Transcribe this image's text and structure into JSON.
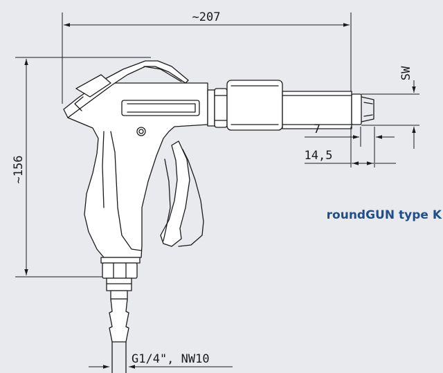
{
  "title": "roundGUN type K",
  "dimensions": {
    "width": "~207",
    "height": "~156",
    "sw": "SW",
    "seven": "7",
    "fourteen": "14,5",
    "thread": "G1/4\", NW10"
  },
  "colors": {
    "background": "#e8eaed",
    "line": "#1a1a1a",
    "title": "#1f4e8c"
  }
}
